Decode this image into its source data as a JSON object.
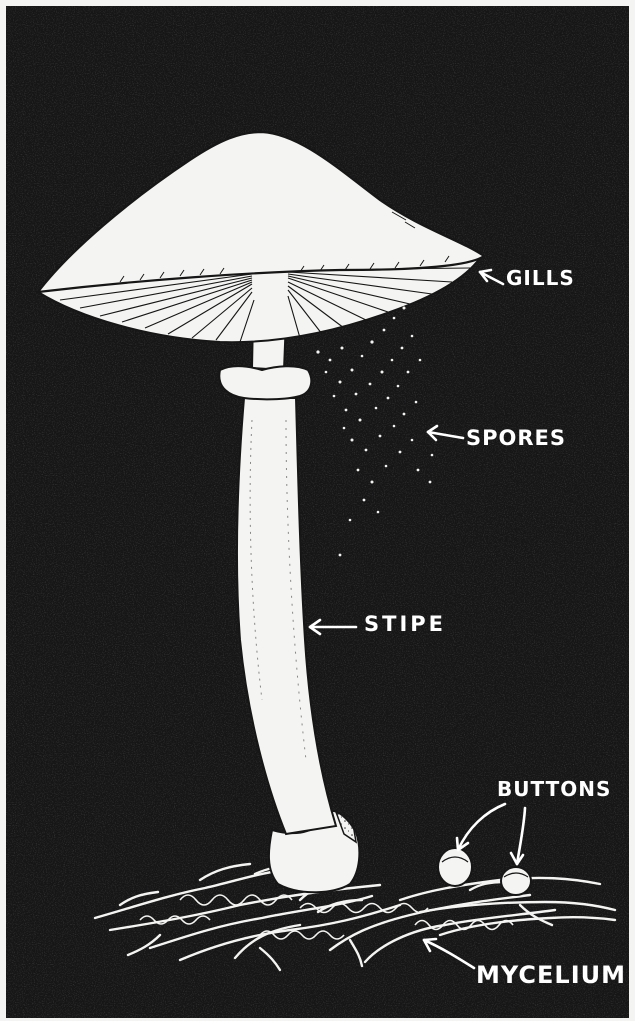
{
  "figure": {
    "background_color": "#161616",
    "ink_color": "#f4f4f2",
    "paper_color": "#f4f4f2"
  },
  "labels": {
    "gills": "GILLS",
    "spores": "SPORES",
    "stipe": "STIPE",
    "buttons": "BUTTONS",
    "mycelium": "MYCELIUM"
  },
  "arrows": {
    "gills": "arrow-icon",
    "spores": "arrow-icon",
    "stipe": "arrow-icon",
    "buttons": "arrow-icon",
    "mycelium": "arrow-icon"
  }
}
